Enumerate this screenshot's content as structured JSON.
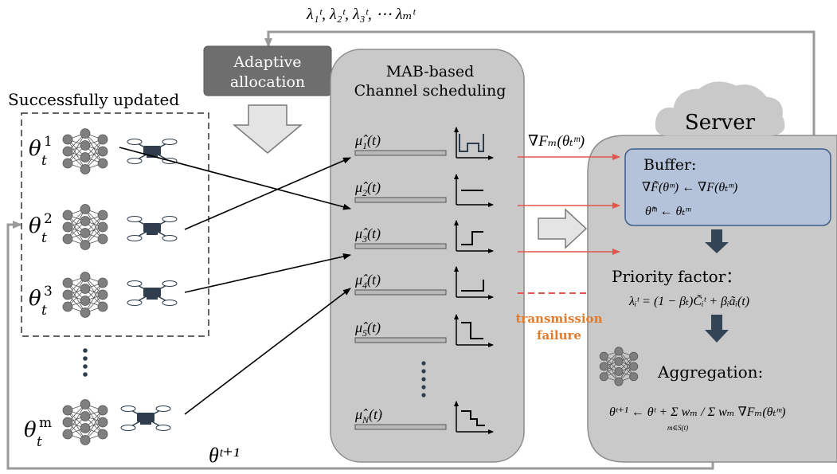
{
  "top_label": "λ₁ᵗ, λ₂ᵗ, λ₃ᵗ, ⋯ λₘᵗ",
  "adaptive": {
    "line1": "Adaptive",
    "line2": "allocation"
  },
  "left": {
    "title": "Successfully updated",
    "rows": [
      {
        "sym": "θ",
        "sub": "t",
        "sup": "1"
      },
      {
        "sym": "θ",
        "sub": "t",
        "sup": "2"
      },
      {
        "sym": "θ",
        "sub": "t",
        "sup": "3"
      },
      {
        "sym": "θ",
        "sub": "t",
        "sup": "m"
      }
    ]
  },
  "scheduler": {
    "title1": "MAB-based",
    "title2": "Channel scheduling",
    "channels": [
      {
        "base": "μ̂",
        "sub": "1",
        "arg": "(t)"
      },
      {
        "base": "μ̂",
        "sub": "2",
        "arg": "(t)"
      },
      {
        "base": "μ̂",
        "sub": "3",
        "arg": "(t)"
      },
      {
        "base": "μ̂",
        "sub": "4",
        "arg": "(t)"
      },
      {
        "base": "μ̂",
        "sub": "5",
        "arg": "(t)"
      },
      {
        "base": "μ̂",
        "sub": "N",
        "arg": "(t)"
      }
    ]
  },
  "gradient_label": "∇Fₘ(θₜᵐ)",
  "failure": {
    "line1": "transmission",
    "line2": "failure"
  },
  "server": {
    "cloud_label": "Server",
    "buffer_title": "Buffer:",
    "buffer_eq1": "∇F̃(θᵐ) ← ∇F(θₜᵐ)",
    "buffer_eq2": "θ̃ᵐ ← θₜᵐ",
    "priority_title": "Priority factor：",
    "priority_eq": "λᵢᵗ = (1 − βₜ)C̃ᵢᵗ + βᵢãᵢ(t)",
    "aggregation_title": "Aggregation:",
    "aggregation_eq": "θᵗ⁺¹ ← θᵗ + Σ wₘ / Σ wₘ ∇Fₘ(θₜᵐ)",
    "agg_sum_sub": "m∈S(t)"
  },
  "bottom_label": "θᵗ⁺¹",
  "colors": {
    "panel": "#c9c9c9",
    "panel_stroke": "#8c8c8c",
    "buffer": "#b4c3da",
    "buffer_stroke": "#3e5e8a",
    "node": "#7f7f7f",
    "drone": "#2f3d4c",
    "red_arrow": "#e0574c",
    "failure_text": "#e07b2c",
    "dark_arrow": "#344457",
    "feedback": "#9a9a9a"
  }
}
